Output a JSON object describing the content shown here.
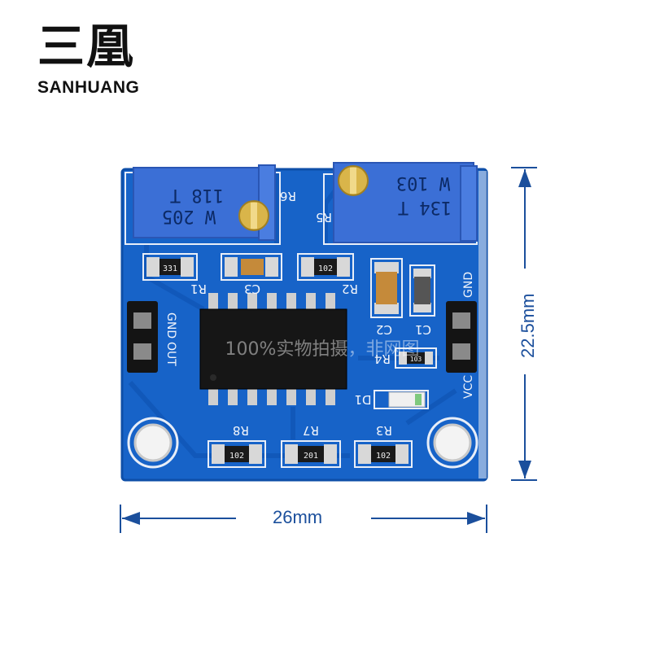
{
  "brand": {
    "name_cn": "三凰",
    "name_en": "SANHUANG"
  },
  "dimensions": {
    "width": "26mm",
    "height": "22.5mm"
  },
  "board": {
    "pot_left_code": [
      "118 T",
      "W 205"
    ],
    "pot_right_code": [
      "W 103",
      "134 T"
    ],
    "resistor_codes": {
      "r1": "331",
      "r2": "102",
      "r8": "102",
      "r7": "201",
      "r3": "102",
      "r_small": "103"
    },
    "silk": {
      "r6": "R6",
      "r5": "R5",
      "r1": "R1",
      "c3": "C3",
      "r2": "R2",
      "c2": "C2",
      "c1": "C1",
      "r4": "R4",
      "d1": "D1",
      "r8": "R8",
      "r7": "R7",
      "r3": "R3",
      "gnd_left": "GND",
      "out": "OUT",
      "gnd_right": "GND",
      "vcc": "VCC"
    },
    "watermark": "100%实物拍摄，非网图"
  },
  "colors": {
    "pcb": "#1763c8",
    "pcb_dark": "#0e4fa8",
    "pad": "#d8d8d8",
    "pot_body": "#3b6fd6",
    "dim": "#1b4f9c"
  }
}
